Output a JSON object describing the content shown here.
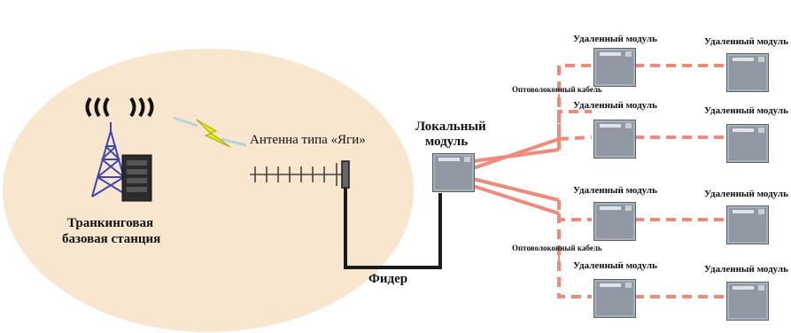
{
  "title": "",
  "colors": {
    "ellipse_fill": "#f8e6cf",
    "fiber_cable": "#ef8a78",
    "feeder_cable": "#1b1b1b",
    "wireless_bolt": "#e6e61e",
    "module_gray": "#8f98a3"
  },
  "icons": [
    "signal-waves-icon",
    "radio-tower-icon",
    "base-station-cabinet-icon",
    "yagi-antenna-icon",
    "lightning-bolt-icon",
    "module-box-icon"
  ],
  "base_station": {
    "label_line1": "Транкинговая",
    "label_line2": "базовая станция",
    "signal_symbol": "((( )))"
  },
  "antenna_label": "Антенна типа «Яги»",
  "feeder_label": "Фидер",
  "local_module": {
    "label_line1": "Локальный",
    "label_line2": "модуль"
  },
  "fiber_labels": [
    "Оптоволоконный кабель",
    "Оптоволоконный кабель"
  ],
  "remote_modules": [
    "Удаленный модуль",
    "Удаленный модуль",
    "Удаленный модуль",
    "Удаленный модуль",
    "Удаленный модуль",
    "Удаленный модуль",
    "Удаленный модуль",
    "Удаленный модуль"
  ]
}
